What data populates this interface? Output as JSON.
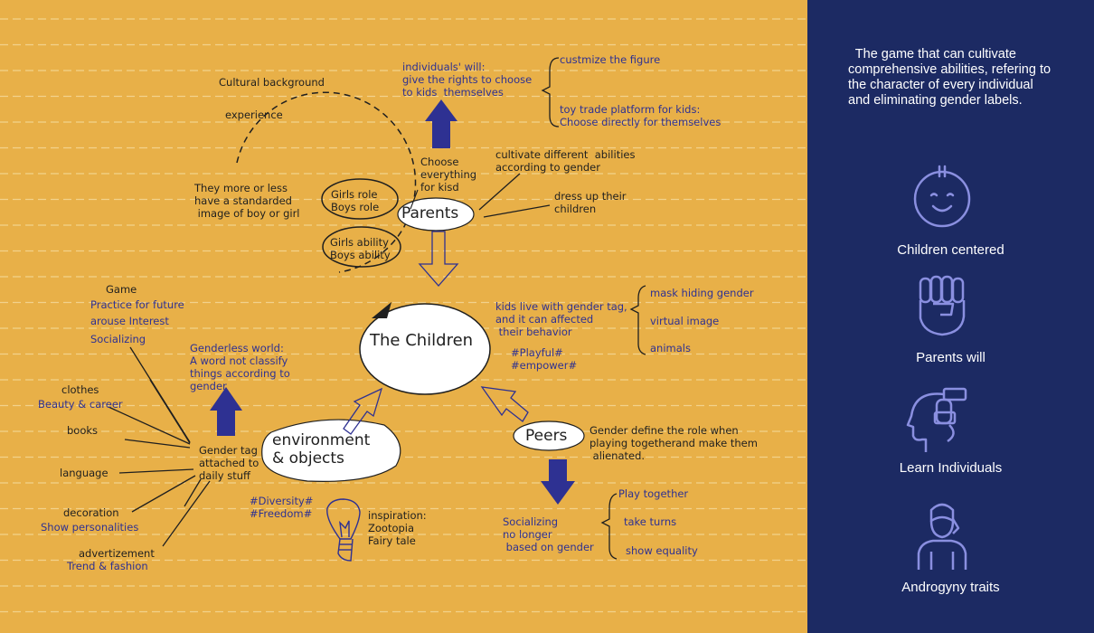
{
  "diagram": {
    "central_node": "The Children",
    "cultural_background": "Cultural background",
    "experience": "experience",
    "standardized_image": "They more or less\nhave a standarded\n image of boy or girl",
    "girls_role": "Girls role\nBoys role",
    "girls_ability": "Girls ability\nBoys ability",
    "parents_node": "Parents",
    "parents_choose": "Choose\neverything\nfor kisd",
    "individuals_will": "individuals' will:\ngive the rights to choose\nto kids  themselves",
    "customize_figure": "custmize the figure",
    "toy_trade": "toy trade platform for kids:\nChoose directly for themselves",
    "cultivate_abilities": "cultivate different  abilities\naccording to gender",
    "dress_up": "dress up their\nchildren",
    "gender_tag_kids": "kids live with gender tag,\nand it can affected\n their behavior",
    "playful_tags": "#Playful#\n#empower#",
    "mask_hiding": "mask hiding gender",
    "virtual_image": "virtual image",
    "animals": "animals",
    "game": "Game",
    "practice": "Practice for future",
    "arouse": "arouse Interest",
    "socializing_game": "Socializing",
    "genderless_world": "Genderless world:\nA word not classify\nthings according to\ngender",
    "clothes": "clothes",
    "beauty_career": "Beauty & career",
    "books": "books",
    "language": "language",
    "decoration": "decoration",
    "show_personalities": "Show personalities",
    "advertizement": "advertizement",
    "trend_fashion": "Trend & fashion",
    "gender_tag_daily": "Gender tag\nattached to\ndaily stuff",
    "environment_node": "environment\n& objects",
    "diversity_tags": "#Diversity#\n#Freedom#",
    "inspiration": "inspiration:\nZootopia\nFairy tale",
    "peers_node": "Peers",
    "peers_gender": "Gender define the role when\nplaying togetherand make them\n alienated.",
    "socializing_peers": "Socializing\nno longer\n based on gender",
    "play_together": "Play together",
    "take_turns": "take turns",
    "show_equality": "show equality"
  },
  "sidebar": {
    "intro": "  The game that can cultivate\ncomprehensive abilities, refering to\nthe character of every individual\nand eliminating gender labels.",
    "items": [
      {
        "label": "Children centered",
        "icon": "baby-face-icon"
      },
      {
        "label": "Parents will",
        "icon": "raised-fist-icon"
      },
      {
        "label": "Learn Individuals",
        "icon": "head-puzzle-icon"
      },
      {
        "label": "Androgyny traits",
        "icon": "androgynous-person-icon"
      }
    ]
  },
  "colors": {
    "background": "#e8b048",
    "sidebar": "#1c2a63",
    "accent_blue": "#2e3192",
    "ink": "#1f1f1f"
  }
}
